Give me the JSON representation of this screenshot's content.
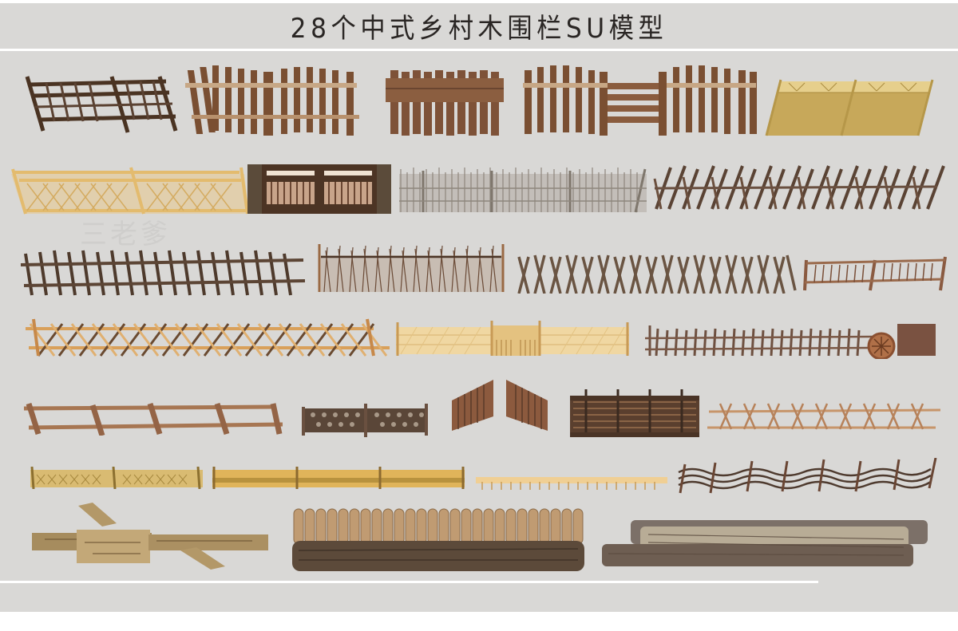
{
  "title": "28个中式乡村木围栏SU模型",
  "watermark": "三老爹",
  "colors": {
    "background": "#d9d8d6",
    "dark_wood": "#4a3322",
    "mid_wood": "#7a5234",
    "light_wood": "#a77650",
    "bamboo": "#e2b96a",
    "bamboo_dark": "#b88c3e",
    "gray_wood": "#8f8880",
    "rule": "#ffffff"
  },
  "fence_models": [
    {
      "row": 1,
      "index": 1,
      "name": "rustic-log-grid-fence"
    },
    {
      "row": 1,
      "index": 2,
      "name": "picket-arch-fence"
    },
    {
      "row": 1,
      "index": 3,
      "name": "plank-board-fence"
    },
    {
      "row": 1,
      "index": 4,
      "name": "picket-gate-fence"
    },
    {
      "row": 1,
      "index": 5,
      "name": "bamboo-screen-fence"
    },
    {
      "row": 2,
      "index": 1,
      "name": "bamboo-lattice-railing"
    },
    {
      "row": 2,
      "index": 2,
      "name": "dark-wood-slat-gate"
    },
    {
      "row": 2,
      "index": 3,
      "name": "gray-branch-fence"
    },
    {
      "row": 2,
      "index": 4,
      "name": "crossed-stick-fence"
    },
    {
      "row": 3,
      "index": 1,
      "name": "slanted-picket-fence"
    },
    {
      "row": 3,
      "index": 2,
      "name": "reed-brush-fence"
    },
    {
      "row": 3,
      "index": 3,
      "name": "x-stake-fence"
    },
    {
      "row": 3,
      "index": 4,
      "name": "red-wood-rail-fence"
    },
    {
      "row": 4,
      "index": 1,
      "name": "diagonal-cross-bamboo-fence"
    },
    {
      "row": 4,
      "index": 2,
      "name": "bamboo-lattice-gate-fence"
    },
    {
      "row": 4,
      "index": 3,
      "name": "picket-wagon-wheel-fence"
    },
    {
      "row": 5,
      "index": 1,
      "name": "post-and-rail-fence"
    },
    {
      "row": 5,
      "index": 2,
      "name": "woven-lattice-fence"
    },
    {
      "row": 5,
      "index": 3,
      "name": "split-picket-gate"
    },
    {
      "row": 5,
      "index": 4,
      "name": "woven-panel-fence"
    },
    {
      "row": 5,
      "index": 5,
      "name": "x-cross-rail-fence"
    },
    {
      "row": 6,
      "index": 1,
      "name": "short-bamboo-railing"
    },
    {
      "row": 6,
      "index": 2,
      "name": "long-bamboo-railing"
    },
    {
      "row": 6,
      "index": 3,
      "name": "low-bamboo-border"
    },
    {
      "row": 6,
      "index": 4,
      "name": "woven-branch-fence"
    },
    {
      "row": 7,
      "index": 1,
      "name": "branched-log"
    },
    {
      "row": 7,
      "index": 2,
      "name": "log-palisade-edging"
    },
    {
      "row": 7,
      "index": 3,
      "name": "stacked-logs"
    }
  ]
}
